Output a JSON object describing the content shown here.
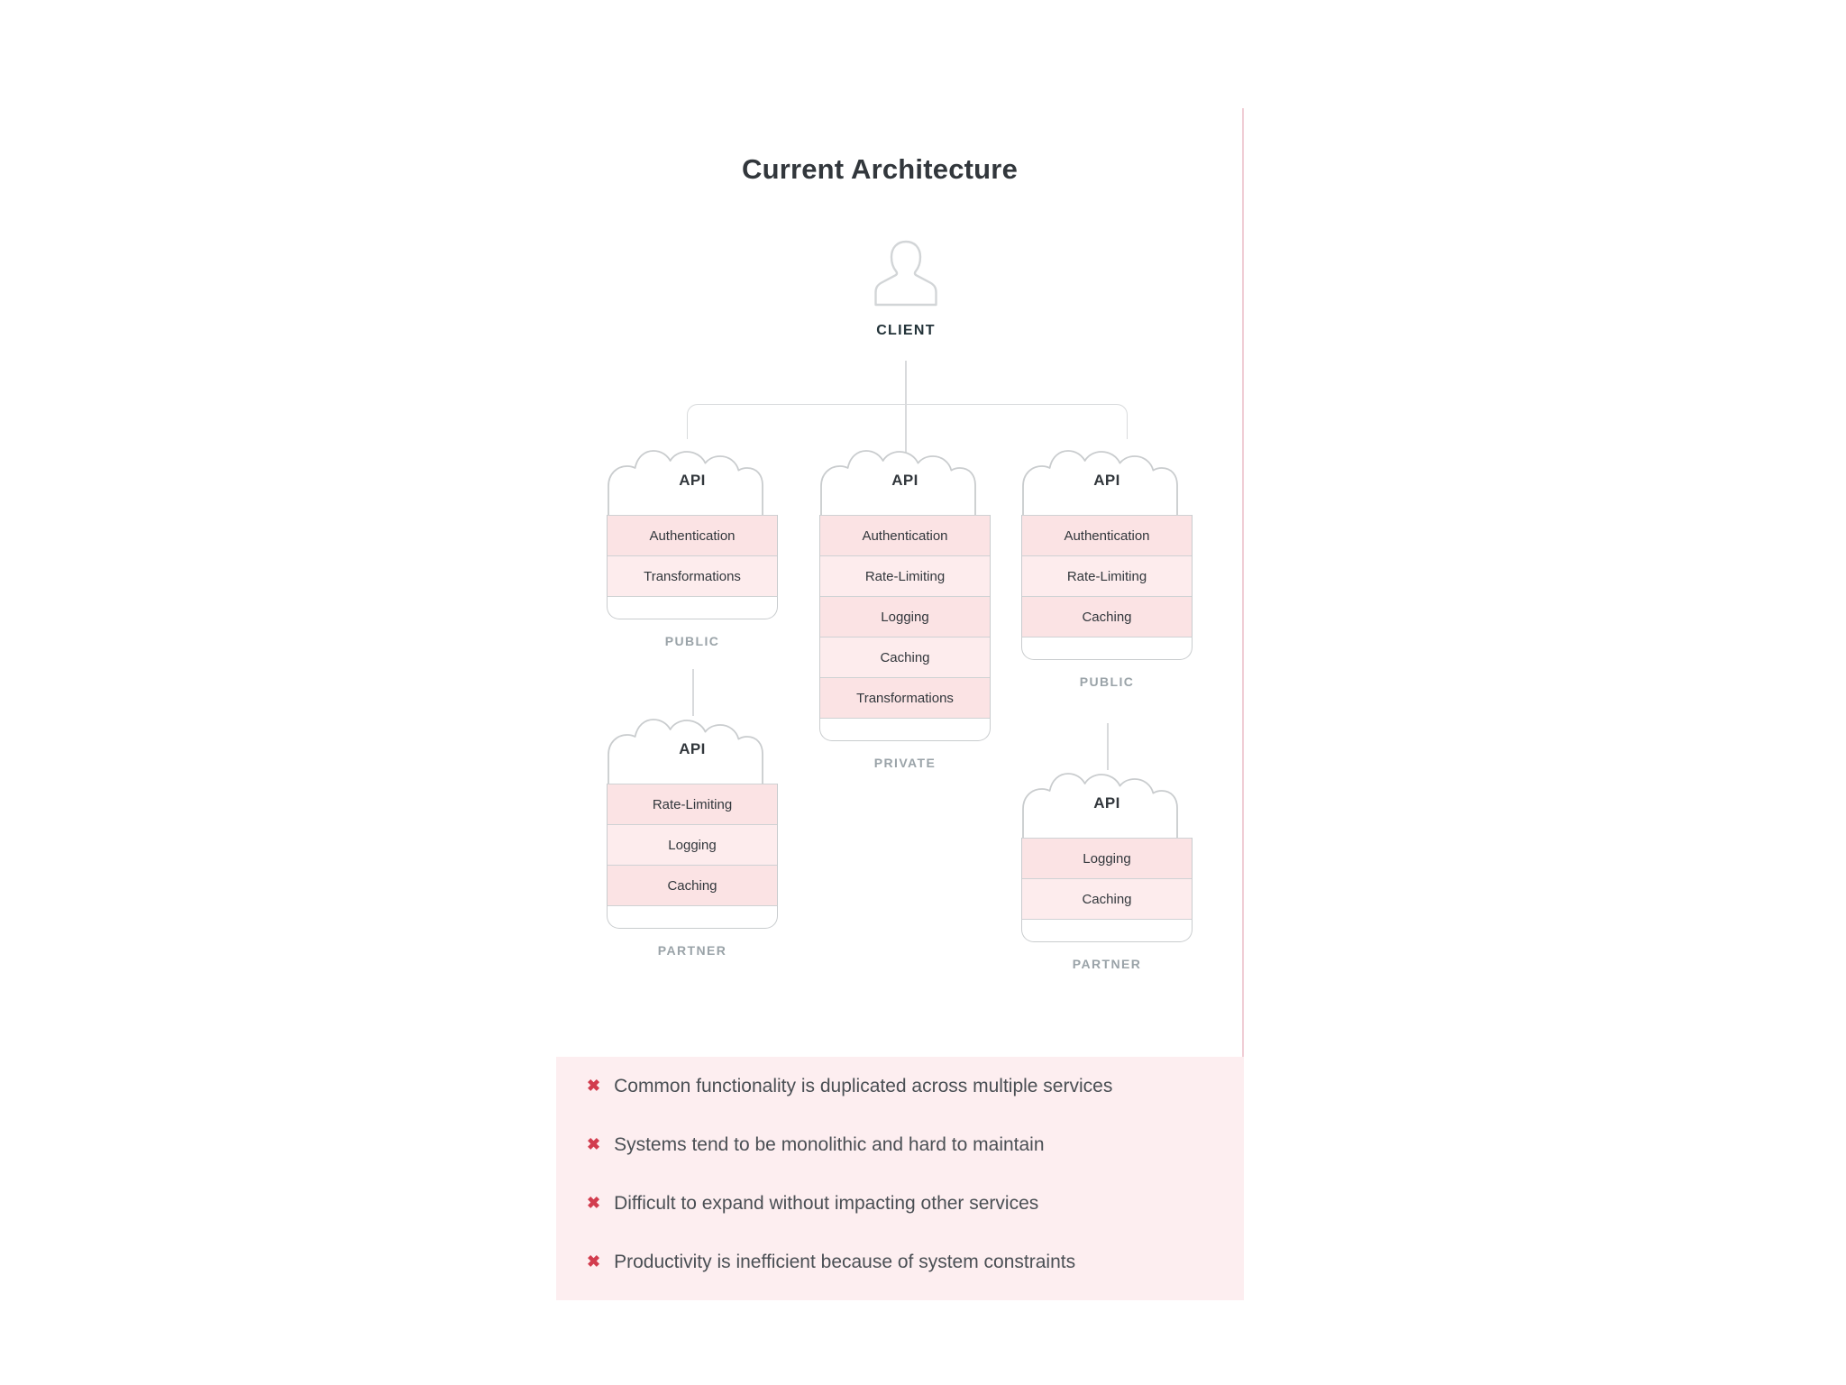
{
  "title": "Current Architecture",
  "client": {
    "label": "CLIENT",
    "icon": "user-icon"
  },
  "nodes": [
    {
      "id": "public-left",
      "heading": "API",
      "caption": "PUBLIC",
      "items": [
        "Authentication",
        "Transformations"
      ]
    },
    {
      "id": "private-center",
      "heading": "API",
      "caption": "PRIVATE",
      "items": [
        "Authentication",
        "Rate-Limiting",
        "Logging",
        "Caching",
        "Transformations"
      ]
    },
    {
      "id": "public-right",
      "heading": "API",
      "caption": "PUBLIC",
      "items": [
        "Authentication",
        "Rate-Limiting",
        "Caching"
      ]
    },
    {
      "id": "partner-left",
      "heading": "API",
      "caption": "PARTNER",
      "items": [
        "Rate-Limiting",
        "Logging",
        "Caching"
      ]
    },
    {
      "id": "partner-right",
      "heading": "API",
      "caption": "PARTNER",
      "items": [
        "Logging",
        "Caching"
      ]
    }
  ],
  "issues": {
    "marker": "✖",
    "items": [
      "Common functionality is duplicated across multiple services",
      "Systems tend to be monolithic and hard to maintain",
      "Difficult to expand without impacting other services",
      "Productivity is inefficient because of system constraints"
    ]
  },
  "colors": {
    "band_dark": "#fbe3e4",
    "band_light": "#fdeced",
    "panel_bg": "#fdeef0",
    "outline": "#c9ccce",
    "marker_red": "#d23c4e",
    "title_ink": "#32373c",
    "caption_ink": "#9aa3a8",
    "rule_pink": "#f0cdd5"
  }
}
